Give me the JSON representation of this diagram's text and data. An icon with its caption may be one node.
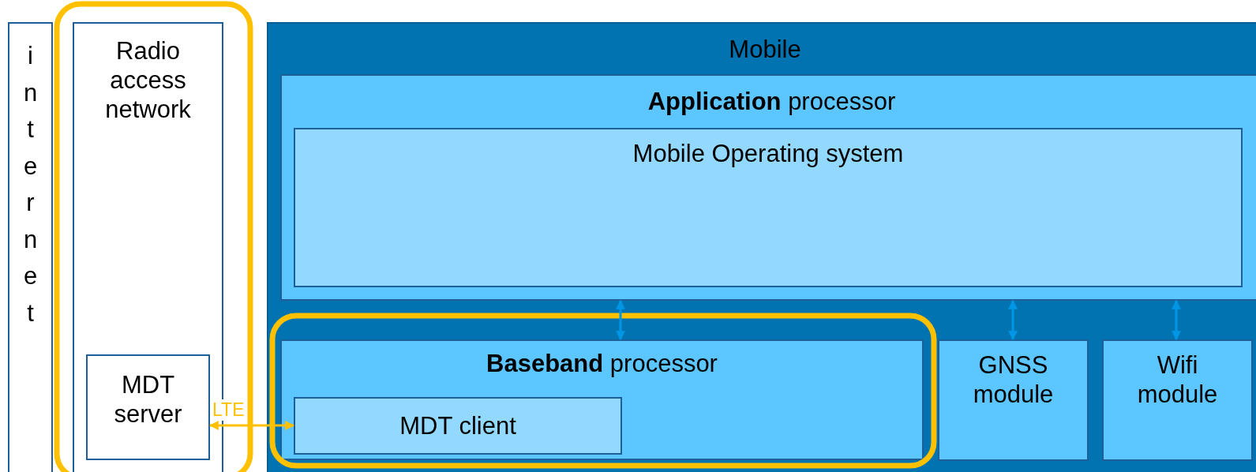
{
  "diagram": {
    "nodes": [
      {
        "text": [
          "internet"
        ]
      },
      {
        "text": [
          "Radio access network"
        ]
      },
      {
        "text": [
          "MDT server"
        ],
        "in": 1
      },
      {
        "text": [
          "Mobile"
        ]
      },
      {
        "text": [
          "**Application** processor"
        ],
        "in": 3
      },
      {
        "text": [
          "Mobile Operating system"
        ],
        "in": 4
      },
      {
        "text": [
          "**Baseband** processor"
        ],
        "in": 3
      },
      {
        "text": [
          "MDT client"
        ],
        "in": 6
      },
      {
        "text": [
          "GNSS module"
        ],
        "in": 3
      },
      {
        "text": [
          "Wifi module"
        ],
        "in": 3
      }
    ],
    "edges": [
      {
        "from": 4,
        "to": 6,
        "arrow": "both"
      },
      {
        "from": 4,
        "to": 8,
        "arrow": "both"
      },
      {
        "from": 4,
        "to": 9,
        "arrow": "both"
      },
      {
        "from": 2,
        "to": 7,
        "arrow": "both",
        "label": "LTE",
        "color": "#ffc000"
      }
    ]
  }
}
